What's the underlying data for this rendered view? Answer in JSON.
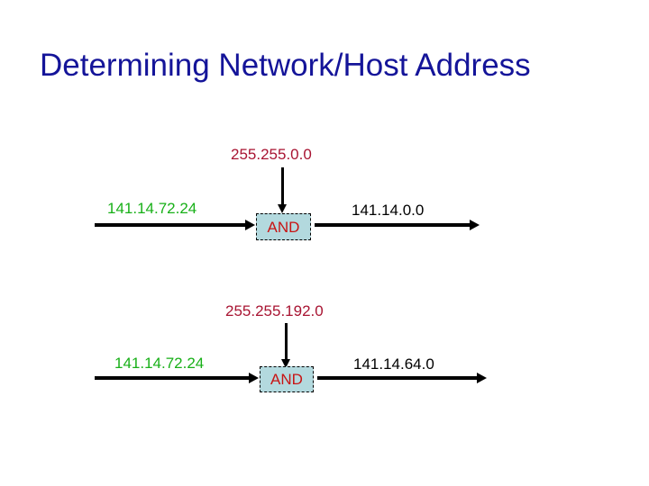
{
  "slide": {
    "title": "Determining Network/Host Address",
    "background_color": "#ffffff",
    "title_color": "#141499"
  },
  "colors": {
    "title": "#141499",
    "mask_text": "#a81432",
    "source_text": "#18b018",
    "result_text": "#000000",
    "and_box_fill": "#b3d9de",
    "and_box_text": "#c81414",
    "arrow": "#000000"
  },
  "examples": [
    {
      "id": "example-1",
      "mask_label": "255.255.0.0",
      "source_label": "141.14.72.24",
      "operator_label": "AND",
      "result_label": "141.14.0.0"
    },
    {
      "id": "example-2",
      "mask_label": "255.255.192.0",
      "source_label": "141.14.72.24",
      "operator_label": "AND",
      "result_label": "141.14.64.0"
    }
  ]
}
